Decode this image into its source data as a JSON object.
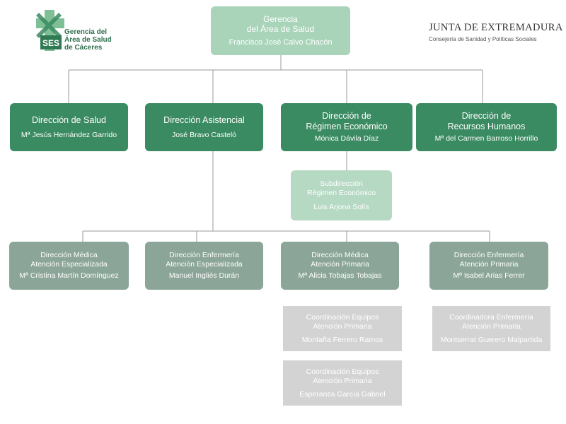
{
  "logo": {
    "badge": "SES",
    "text": "Gerencia del\nÁrea de Salud\nde Cáceres"
  },
  "junta": {
    "title": "JUNTA DE EXTREMADURA",
    "subtitle": "Consejería de Sanidad y Políticas Sociales"
  },
  "gerencia": {
    "title": "Gerencia\ndel Área de Salud",
    "name": "Francisco José Calvo Chacón"
  },
  "direcciones": [
    {
      "title": "Dirección de Salud",
      "name": "Mª Jesús Hernández Garrido"
    },
    {
      "title": "Dirección Asistencial",
      "name": "José Bravo Casteló"
    },
    {
      "title": "Dirección de\nRégimen Económico",
      "name": "Mónica Dávila Díaz"
    },
    {
      "title": "Dirección de\nRecursos Humanos",
      "name": "Mª del Carmen Barroso Horrillo"
    }
  ],
  "subdireccion": {
    "title": "Subdirección\nRégimen Económico",
    "name": "Luis Arjona Solís"
  },
  "tercer_nivel": [
    {
      "title": "Dirección Médica\nAtención Especializada",
      "name": "Mª Cristina Martín Domínguez"
    },
    {
      "title": "Dirección Enfermería\nAtención Especializada",
      "name": "Manuel Ingliés Durán"
    },
    {
      "title": "Dirección Médica\nAtención Primaria",
      "name": "Mª Alicia Tobajas Tobajas"
    },
    {
      "title": "Dirección Enfermería\nAtención Primaria",
      "name": "Mª Isabel Arias Ferrer"
    }
  ],
  "coordinaciones": [
    {
      "title": "Coordinación Equipos\nAtención Primaria",
      "name": "Montaña Ferrero Ramos"
    },
    {
      "title": "Coordinación Equipos\nAtención Primaria",
      "name": "Esperanza García Gabriel"
    },
    {
      "title": "Coordinadora Enfermería\nAtención Primaria",
      "name": "Montserrat Guerero Malpartida"
    }
  ],
  "colors": {
    "gerencia": "#a9d4b9",
    "direccion": "#3a8a62",
    "subdireccion": "#b6d9c4",
    "tercer_nivel": "#8ba598",
    "coordinacion": "#d3d3d3",
    "connector": "#999999"
  }
}
